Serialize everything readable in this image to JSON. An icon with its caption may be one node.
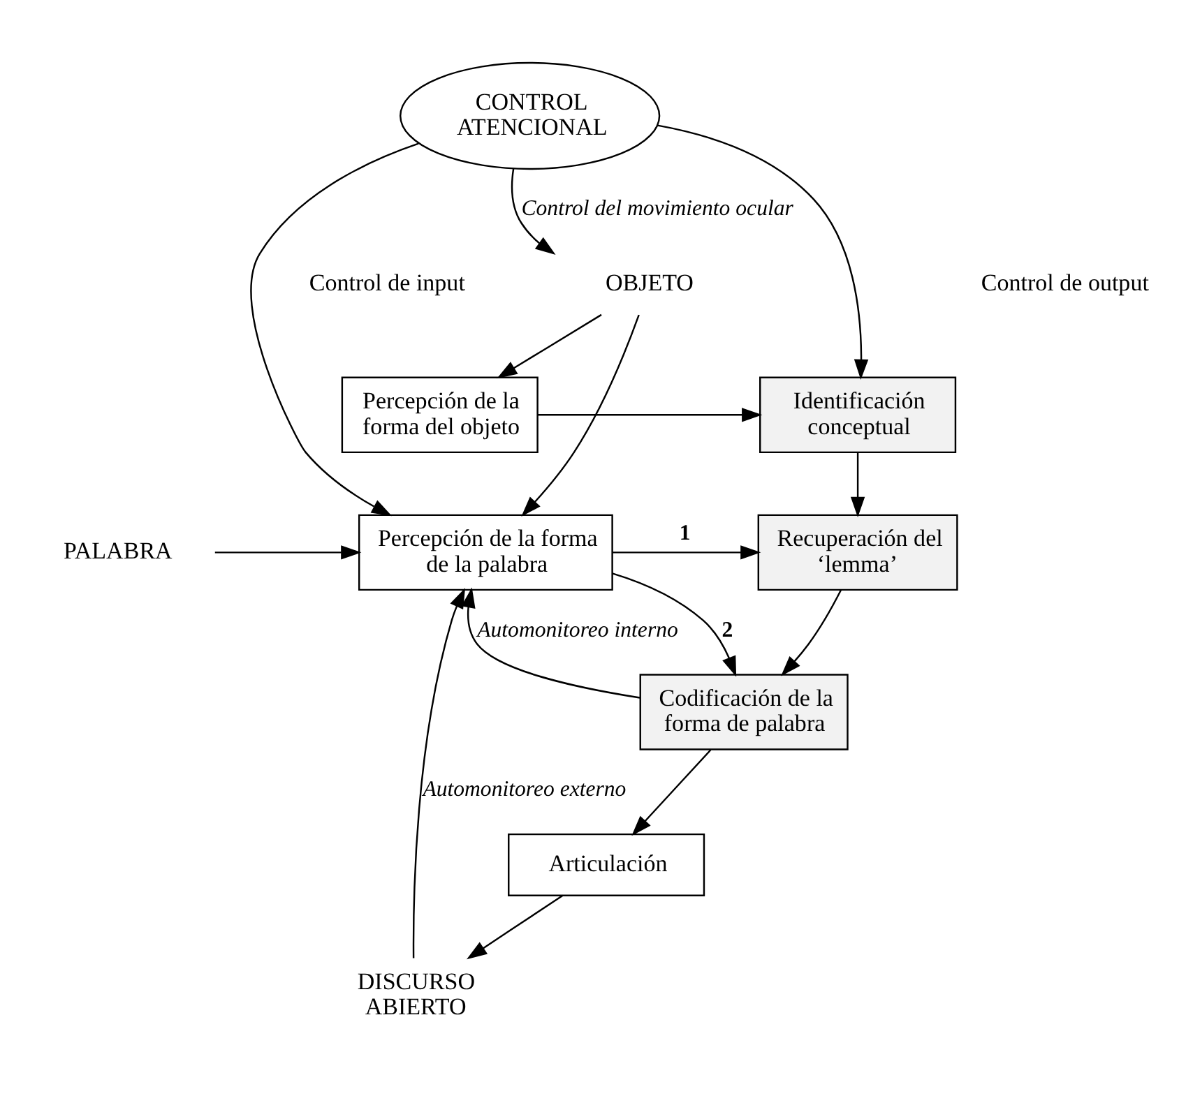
{
  "diagram": {
    "nodes": [
      {
        "text": [
          "CONTROL ATENCIONAL"
        ]
      },
      {
        "text": [
          "OBJETO"
        ]
      },
      {
        "text": [
          "Percepción de la forma del objeto"
        ]
      },
      {
        "text": [
          "Identificación conceptual"
        ]
      },
      {
        "text": [
          "PALABRA"
        ]
      },
      {
        "text": [
          "Percepción de la forma de la palabra"
        ]
      },
      {
        "text": [
          "Recuperación del ‘lemma’"
        ]
      },
      {
        "text": [
          "Codificación de la forma de palabra"
        ]
      },
      {
        "text": [
          "Articulación"
        ]
      },
      {
        "text": [
          "DISCURSO ABIERTO"
        ]
      }
    ],
    "edges": [
      {
        "from": 0,
        "to": 1,
        "arrow": "to",
        "label": "Control del movimiento ocular"
      },
      {
        "from": 0,
        "to": 3,
        "arrow": "to"
      },
      {
        "from": 0,
        "to": 5,
        "arrow": "to"
      },
      {
        "from": 1,
        "to": 2,
        "arrow": "to"
      },
      {
        "from": 1,
        "to": 5,
        "arrow": "to"
      },
      {
        "from": 2,
        "to": 3,
        "arrow": "to"
      },
      {
        "from": 3,
        "to": 6,
        "arrow": "to"
      },
      {
        "from": 5,
        "to": 6,
        "arrow": "to",
        "label": "1"
      },
      {
        "from": 5,
        "to": 7,
        "arrow": "to",
        "label": "2"
      },
      {
        "from": 6,
        "to": 7,
        "arrow": "to"
      },
      {
        "from": 7,
        "to": 5,
        "arrow": "to",
        "label": "Automonitoreo interno"
      },
      {
        "from": 4,
        "to": 5,
        "arrow": "to"
      },
      {
        "from": 7,
        "to": 8,
        "arrow": "to"
      },
      {
        "from": 8,
        "to": 9,
        "arrow": "to"
      },
      {
        "from": 9,
        "to": 5,
        "arrow": "to",
        "label": "Automonitoreo externo"
      }
    ],
    "labels": [
      "Control de input",
      "Control de output"
    ]
  }
}
